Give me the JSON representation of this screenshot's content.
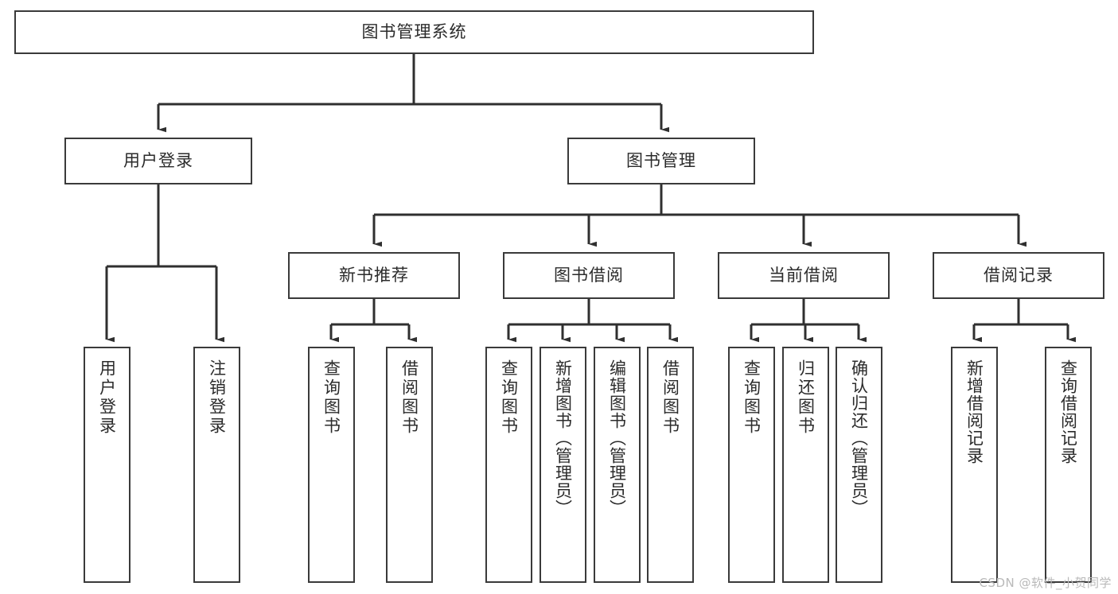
{
  "diagram": {
    "title": "图书管理系统",
    "type": "tree-hierarchy",
    "watermark": "CSDN @软件_小贺同学",
    "colors": {
      "box_border": "#3a3a3a",
      "box_fill": "#ffffff",
      "connector": "#2f2f2f",
      "text": "#2b2b2b",
      "watermark": "#b9b9b9"
    },
    "root": {
      "label": "图书管理系统"
    },
    "level2": [
      {
        "label": "用户登录"
      },
      {
        "label": "图书管理"
      }
    ],
    "level3": [
      {
        "label": "新书推荐"
      },
      {
        "label": "图书借阅"
      },
      {
        "label": "当前借阅"
      },
      {
        "label": "借阅记录"
      }
    ],
    "leaves": {
      "user_login": [
        {
          "label": "用户登录"
        },
        {
          "label": "注销登录"
        }
      ],
      "new_book": [
        {
          "label": "查询图书"
        },
        {
          "label": "借阅图书"
        }
      ],
      "book_borrow": [
        {
          "label": "查询图书"
        },
        {
          "label": "新增图书（管理员）"
        },
        {
          "label": "编辑图书（管理员）"
        },
        {
          "label": "借阅图书"
        }
      ],
      "current_borrow": [
        {
          "label": "查询图书"
        },
        {
          "label": "归还图书"
        },
        {
          "label": "确认归还（管理员）"
        }
      ],
      "borrow_record": [
        {
          "label": "新增借阅记录"
        },
        {
          "label": "查询借阅记录"
        }
      ]
    }
  }
}
